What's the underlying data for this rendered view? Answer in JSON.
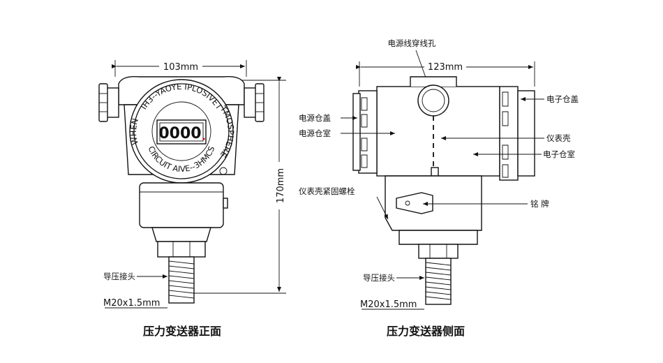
{
  "front_view": {
    "dim_width": "103mm",
    "dim_height": "170mm",
    "ring_text_top": "IH3--YAOYE IPLOSIVET",
    "ring_text_left": "WHEN",
    "ring_text_right": "TMOSPHERE",
    "ring_text_bottom": "CIRCUIT AIVE--3HMCS",
    "display_value": "0000",
    "label_pressure_joint": "导压接头",
    "label_thread": "M20x1.5mm",
    "caption": "压力变送器正面"
  },
  "side_view": {
    "dim_width": "123mm",
    "label_cable_hole": "电源线穿线孔",
    "label_power_cover": "电源仓盖",
    "label_power_chamber": "电源仓室",
    "label_electronics_cover": "电子仓盖",
    "label_housing": "仪表壳",
    "label_electronics_chamber": "电子仓室",
    "label_fastening_bolt": "仪表壳紧固螺栓",
    "label_nameplate": "铭  牌",
    "label_pressure_joint": "导压接头",
    "label_thread": "M20x1.5mm",
    "caption": "压力变送器侧面"
  }
}
